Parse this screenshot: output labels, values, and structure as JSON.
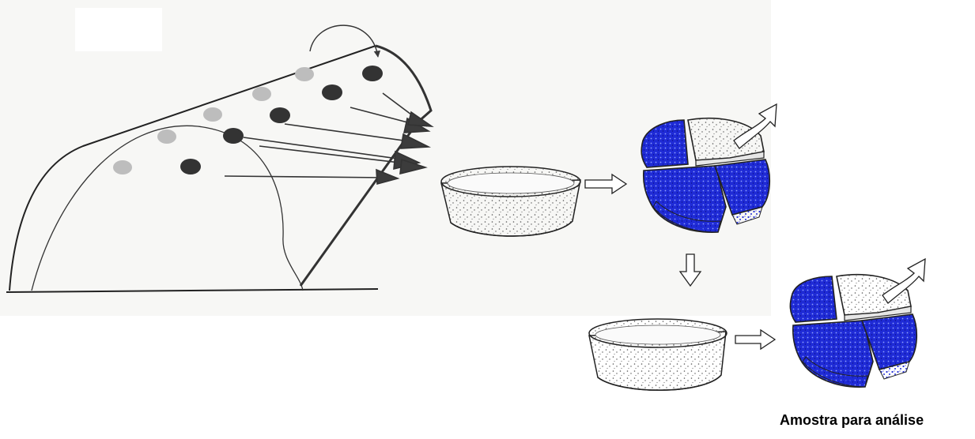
{
  "caption": "Amostra para análise",
  "colors": {
    "sample_blue": "#1f2bd6",
    "ink": "#222222",
    "background_tint": "#f7f7f5",
    "stipple": "#555555",
    "dark_particle": "#333333",
    "light_particle": "#b3b3b3"
  },
  "icons": [
    "rotation-arrow",
    "right-arrow",
    "down-arrow",
    "removal-arrow"
  ]
}
